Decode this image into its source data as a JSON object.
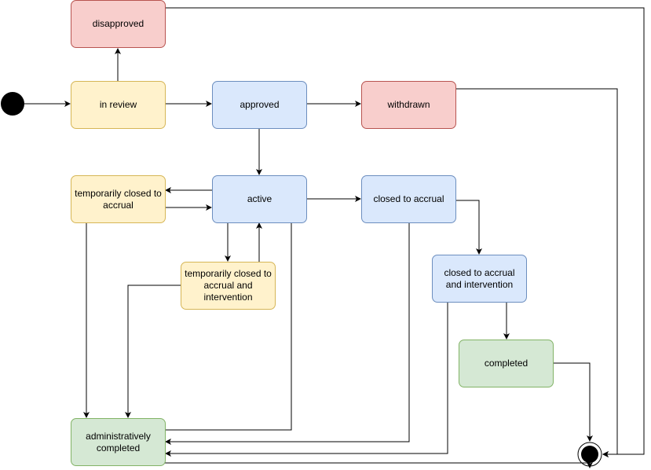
{
  "diagram": {
    "type": "state-machine",
    "states": {
      "disapproved": "disapproved",
      "in_review": "in review",
      "approved": "approved",
      "withdrawn": "withdrawn",
      "temp_closed_accrual": "temporarily closed to accrual",
      "active": "active",
      "closed_accrual": "closed to accrual",
      "temp_closed_accrual_intervention": "temporarily closed to accrual and intervention",
      "closed_accrual_intervention": "closed to accrual and intervention",
      "completed": "completed",
      "admin_completed": "administratively completed"
    },
    "colors": {
      "pending_fill": "#fff2cc",
      "pending_border": "#d6b656",
      "open_fill": "#dae8fc",
      "open_border": "#6c8ebf",
      "rejected_fill": "#f8cecc",
      "rejected_border": "#b85450",
      "done_fill": "#d5e8d4",
      "done_border": "#82b366"
    },
    "transitions": [
      [
        "initial",
        "in_review"
      ],
      [
        "in_review",
        "disapproved"
      ],
      [
        "in_review",
        "approved"
      ],
      [
        "approved",
        "withdrawn"
      ],
      [
        "approved",
        "active"
      ],
      [
        "active",
        "temp_closed_accrual"
      ],
      [
        "temp_closed_accrual",
        "active"
      ],
      [
        "active",
        "closed_accrual"
      ],
      [
        "active",
        "temp_closed_accrual_intervention"
      ],
      [
        "temp_closed_accrual_intervention",
        "active"
      ],
      [
        "closed_accrual",
        "closed_accrual_intervention"
      ],
      [
        "closed_accrual_intervention",
        "completed"
      ],
      [
        "temp_closed_accrual",
        "admin_completed"
      ],
      [
        "temp_closed_accrual_intervention",
        "admin_completed"
      ],
      [
        "active",
        "admin_completed"
      ],
      [
        "closed_accrual",
        "admin_completed"
      ],
      [
        "closed_accrual_intervention",
        "admin_completed"
      ],
      [
        "completed",
        "final"
      ],
      [
        "disapproved",
        "final"
      ],
      [
        "withdrawn",
        "final"
      ],
      [
        "admin_completed",
        "final"
      ]
    ]
  }
}
